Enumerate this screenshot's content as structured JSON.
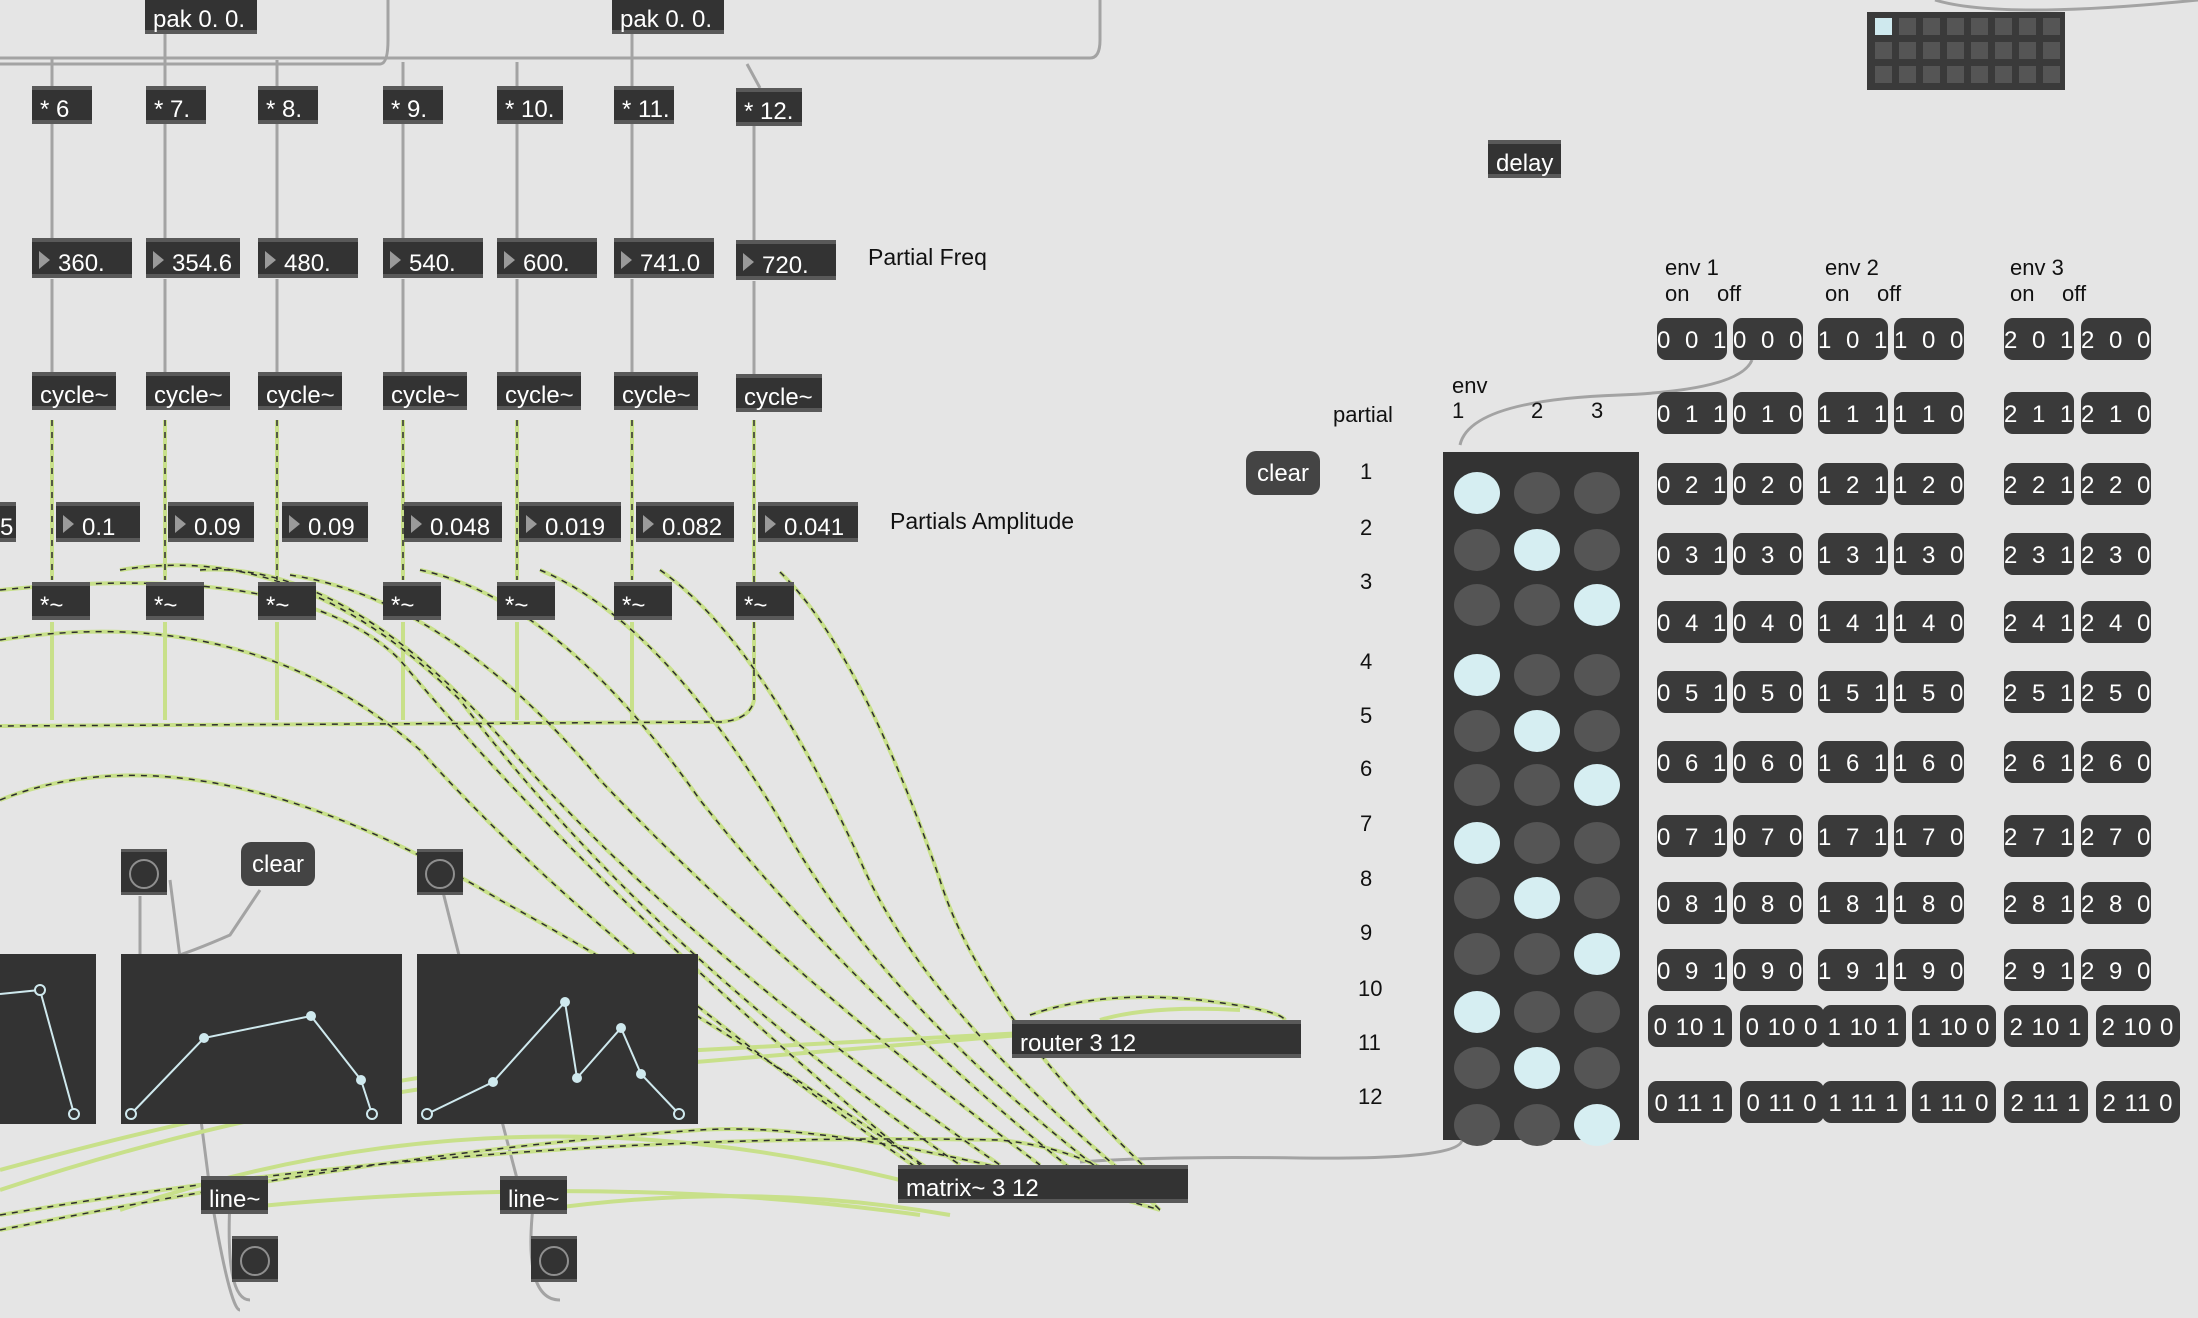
{
  "pak_objects": [
    "pak 0. 0.",
    "pak 0. 0."
  ],
  "multipliers": [
    "* 6",
    "* 7.",
    "* 8.",
    "* 9.",
    "* 10.",
    "* 11.",
    "* 12."
  ],
  "freqs": [
    "360.",
    "354.6",
    "480.",
    "540.",
    "600.",
    "741.0",
    "720."
  ],
  "freq_label": "Partial Freq",
  "oscillators": [
    "cycle~",
    "cycle~",
    "cycle~",
    "cycle~",
    "cycle~",
    "cycle~",
    "cycle~"
  ],
  "amplitudes": [
    "5",
    "0.1",
    "0.09",
    "0.09",
    "0.048",
    "0.019",
    "0.082",
    "0.041"
  ],
  "amp_label": "Partials Amplitude",
  "sig_multipliers": [
    "*~",
    "*~",
    "*~",
    "*~",
    "*~",
    "*~",
    "*~"
  ],
  "delay": "delay",
  "clear_left": "clear",
  "clear_right": "clear",
  "router": "router 3 12",
  "matrix_obj": "matrix~ 3 12",
  "line_objs": [
    "line~",
    "line~"
  ],
  "matrix_header": {
    "partial": "partial",
    "env": "env",
    "col1": "1",
    "col2": "2",
    "col3": "3"
  },
  "partial_numbers": [
    "1",
    "2",
    "3",
    "4",
    "5",
    "6",
    "7",
    "8",
    "9",
    "10",
    "11",
    "12"
  ],
  "matrix_on_column": [
    1,
    2,
    3,
    1,
    2,
    3,
    1,
    2,
    3,
    1,
    2,
    3
  ],
  "env_headers": [
    {
      "title": "env 1",
      "on": "on",
      "off": "off"
    },
    {
      "title": "env 2",
      "on": "on",
      "off": "off"
    },
    {
      "title": "env 3",
      "on": "on",
      "off": "off"
    }
  ],
  "env_messages": [
    [
      "0 0 1",
      "0 0 0",
      "1 0 1",
      "1 0 0",
      "2 0 1",
      "2 0 0"
    ],
    [
      "0 1 1",
      "0 1 0",
      "1 1 1",
      "1 1 0",
      "2 1 1",
      "2 1 0"
    ],
    [
      "0 2 1",
      "0 2 0",
      "1 2 1",
      "1 2 0",
      "2 2 1",
      "2 2 0"
    ],
    [
      "0 3 1",
      "0 3 0",
      "1 3 1",
      "1 3 0",
      "2 3 1",
      "2 3 0"
    ],
    [
      "0 4 1",
      "0 4 0",
      "1 4 1",
      "1 4 0",
      "2 4 1",
      "2 4 0"
    ],
    [
      "0 5 1",
      "0 5 0",
      "1 5 1",
      "1 5 0",
      "2 5 1",
      "2 5 0"
    ],
    [
      "0 6 1",
      "0 6 0",
      "1 6 1",
      "1 6 0",
      "2 6 1",
      "2 6 0"
    ],
    [
      "0 7 1",
      "0 7 0",
      "1 7 1",
      "1 7 0",
      "2 7 1",
      "2 7 0"
    ],
    [
      "0 8 1",
      "0 8 0",
      "1 8 1",
      "1 8 0",
      "2 8 1",
      "2 8 0"
    ],
    [
      "0 9 1",
      "0 9 0",
      "1 9 1",
      "1 9 0",
      "2 9 1",
      "2 9 0"
    ],
    [
      "0 10 1",
      "0 10 0",
      "1 10 1",
      "1 10 0",
      "2 10 1",
      "2 10 0"
    ],
    [
      "0 11 1",
      "0 11 0",
      "1 11 1",
      "1 11 0",
      "2 11 1",
      "2 11 0"
    ]
  ],
  "colors": {
    "background": "#e5e5e5",
    "object": "#333333",
    "cell_on": "#d6eef2",
    "cell_off": "#555555",
    "signal_cable": "#c8e08a",
    "control_cable": "#9c9c9c"
  }
}
